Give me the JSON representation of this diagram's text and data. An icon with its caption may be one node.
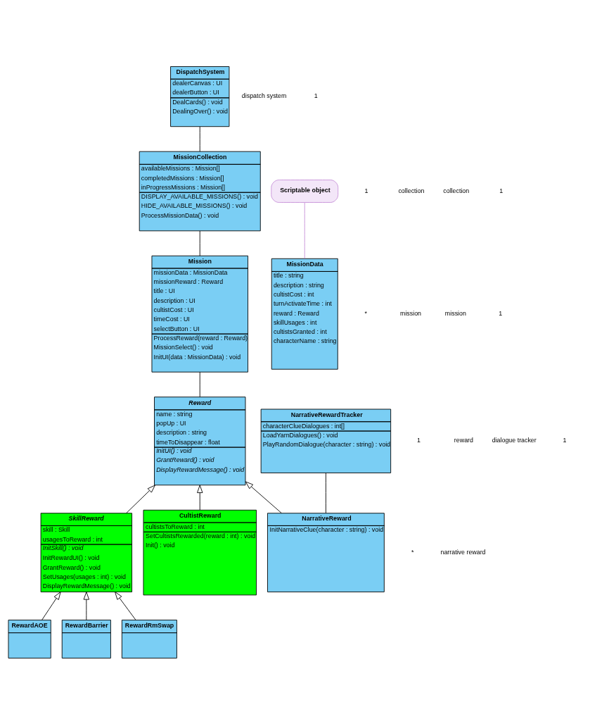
{
  "diagram": {
    "nodes": [
      {
        "text": [
          "DispatchSystem",
          "dealerCanvas : UI",
          "dealerButton : UI",
          "DealCards() : void",
          "DealingOver() : void"
        ]
      },
      {
        "text": [
          "MissionCollection",
          "availableMissions : Mission[]",
          "completedMissions : Mission[]",
          "inProgressMissions : Mission[]",
          "DISPLAY_AVAILABLE_MISSIONS() : void",
          "HIDE_AVAILABLE_MISSIONS() : void",
          "ProcessMissionData() : void"
        ]
      },
      {
        "text": [
          "Scriptable object"
        ]
      },
      {
        "text": [
          "Mission",
          "missionData : MissionData",
          "missionReward : Reward",
          "title : UI",
          "description : UI",
          "cultistCost : UI",
          "timeCost : UI",
          "selectButton : UI",
          "ProcessReward(reward : Reward)",
          "MissionSelect() : void",
          "InitUI(data : MissionData) : void"
        ]
      },
      {
        "text": [
          "MissionData",
          "title : string",
          "description : string",
          "cultistCost : int",
          "turnActivateTime : int",
          "reward : Reward",
          "skillUsages : int",
          "cultistsGranted : int",
          "characterName : string"
        ]
      },
      {
        "text": [
          "Reward",
          "name : string",
          "popUp : UI",
          "description : string",
          "timeToDisappear : float",
          "InitUI() : void",
          "GrantReward() : void",
          "DisplayRewardMessage() : void"
        ]
      },
      {
        "text": [
          "NarrativeRewardTracker",
          "characterClueDialogues : int[]",
          "LoadYarnDialogues() : void",
          "PlayRandomDialogue(character : string) : void"
        ]
      },
      {
        "text": [
          "SkillReward",
          "skill : Skill",
          "usagesToReward : int",
          "InitSkill() : void",
          "InitRewardUI() : void",
          "GrantReward() : void",
          "SetUsages(usages : int) : void",
          "DisplayRewardMessage() : void"
        ]
      },
      {
        "text": [
          "CultistReward",
          "cultistsToReward : int",
          "SetCultistsRewarded(reward : int) : void",
          "Init() : void"
        ]
      },
      {
        "text": [
          "NarrativeReward",
          "InitNarrativeClue(character : string) : void"
        ]
      },
      {
        "text": [
          "RewardAOE"
        ]
      },
      {
        "text": [
          "RewardBarrier"
        ]
      },
      {
        "text": [
          "RewardRmSwap"
        ]
      }
    ],
    "edges": [
      {
        "from": 1,
        "to": 0,
        "arrow": "none"
      },
      {
        "from": 3,
        "to": 1,
        "arrow": "none"
      },
      {
        "from": 5,
        "to": 3,
        "arrow": "none"
      },
      {
        "from": 4,
        "to": 2,
        "arrow": "none",
        "color": "#c58ed8"
      },
      {
        "from": 9,
        "to": 6,
        "arrow": "none"
      },
      {
        "from": 7,
        "to": 5,
        "arrow": "to"
      },
      {
        "from": 8,
        "to": 5,
        "arrow": "to"
      },
      {
        "from": 9,
        "to": 5,
        "arrow": "to"
      },
      {
        "from": 10,
        "to": 7,
        "arrow": "to"
      },
      {
        "from": 11,
        "to": 7,
        "arrow": "to"
      },
      {
        "from": 12,
        "to": 7,
        "arrow": "to"
      }
    ],
    "labels": [
      "dispatch system",
      "1",
      "1",
      "collection",
      "collection",
      "1",
      "*",
      "mission",
      "mission",
      "1",
      "1",
      "reward",
      "dialogue tracker",
      "1",
      "*",
      "narrative reward"
    ]
  }
}
